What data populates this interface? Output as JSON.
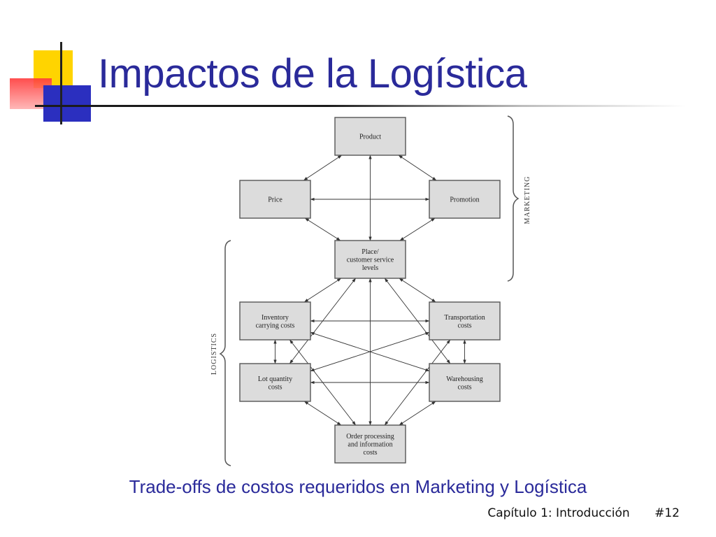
{
  "slide": {
    "title": "Impactos de la Logística",
    "caption": "Trade-offs de costos requeridos en Marketing y Logística",
    "footer_chapter": "Capítulo 1: Introducción",
    "footer_page": "#12"
  },
  "diagram": {
    "nodes": {
      "product": [
        "Product"
      ],
      "price": [
        "Price"
      ],
      "promotion": [
        "Promotion"
      ],
      "place": [
        "Place/",
        "customer service",
        "levels"
      ],
      "inventory": [
        "Inventory",
        "carrying costs"
      ],
      "transport": [
        "Transportation",
        "costs"
      ],
      "lot": [
        "Lot quantity",
        "costs"
      ],
      "warehouse": [
        "Warehousing",
        "costs"
      ],
      "order": [
        "Order processing",
        "and information",
        "costs"
      ]
    },
    "brackets": {
      "marketing": "MARKETING",
      "logistics": "LOGISTICS"
    },
    "edges": [
      [
        "product",
        "price"
      ],
      [
        "product",
        "promotion"
      ],
      [
        "product",
        "place"
      ],
      [
        "price",
        "promotion"
      ],
      [
        "price",
        "place"
      ],
      [
        "promotion",
        "place"
      ],
      [
        "place",
        "inventory"
      ],
      [
        "place",
        "transport"
      ],
      [
        "place",
        "lot"
      ],
      [
        "place",
        "warehouse"
      ],
      [
        "place",
        "order"
      ],
      [
        "inventory",
        "transport"
      ],
      [
        "inventory",
        "lot"
      ],
      [
        "inventory",
        "warehouse"
      ],
      [
        "inventory",
        "order"
      ],
      [
        "transport",
        "lot"
      ],
      [
        "transport",
        "warehouse"
      ],
      [
        "transport",
        "order"
      ],
      [
        "lot",
        "warehouse"
      ],
      [
        "lot",
        "order"
      ],
      [
        "warehouse",
        "order"
      ]
    ]
  },
  "colors": {
    "title": "#2a2a9a",
    "box_fill": "#dcdcdc",
    "box_stroke": "#555555",
    "line": "#333333"
  }
}
